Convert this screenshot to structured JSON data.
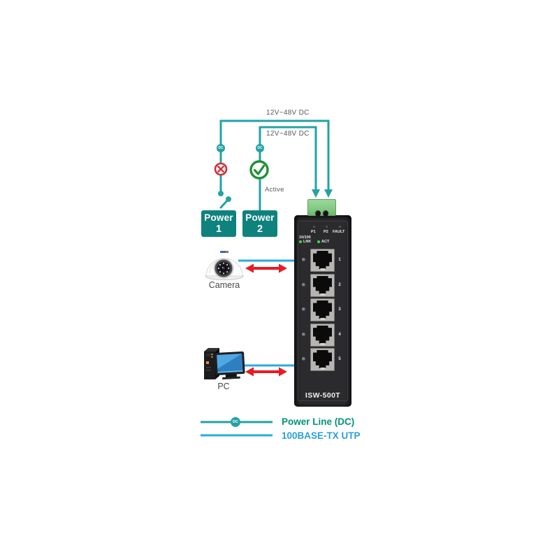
{
  "colors": {
    "teal_line": "#23a2a4",
    "power_box": "#0f827d",
    "utp_blue": "#29abe2",
    "arrow_red": "#e81c24",
    "fault_red": "#d12f38",
    "active_green": "#1e9138",
    "legend_power_text": "#009478",
    "legend_utp_text": "#2a9fd8"
  },
  "power": {
    "line1_label": "12V~48V DC",
    "line2_label": "12V~48V DC",
    "dc_badge": "DC",
    "active_label": "Active",
    "power1_title": "Power",
    "power1_number": "1",
    "power2_title": "Power",
    "power2_number": "2"
  },
  "devices": {
    "camera_label": "Camera",
    "pc_label": "PC"
  },
  "switch": {
    "model": "ISW-500T",
    "led_row1": [
      "P1",
      "P2",
      "FAULT"
    ],
    "speed_label": "10/100",
    "lnk_label": "LNK",
    "act_label": "ACT",
    "ports": [
      "1",
      "2",
      "3",
      "4",
      "5"
    ]
  },
  "legend": {
    "dc_badge": "DC",
    "power_line_label": "Power Line (DC)",
    "utp_label": "100BASE-TX UTP"
  }
}
